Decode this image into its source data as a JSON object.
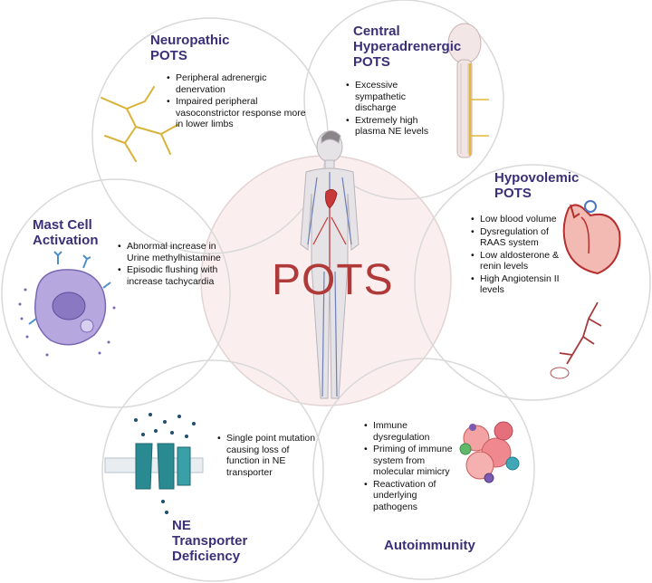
{
  "center": {
    "label": "POTS"
  },
  "neuropathic": {
    "title": [
      "Neuropathic",
      "POTS"
    ],
    "bullets": [
      "Peripheral adrenergic denervation",
      "Impaired peripheral vasoconstrictor response more in lower limbs"
    ]
  },
  "hyperadrenergic": {
    "title": [
      "Central",
      "Hyperadrenergic",
      "POTS"
    ],
    "bullets": [
      "Excessive sympathetic discharge",
      "Extremely high plasma NE levels"
    ]
  },
  "hypovolemic": {
    "title": [
      "Hypovolemic",
      "POTS"
    ],
    "bullets": [
      "Low blood volume",
      "Dysregulation of RAAS system",
      "Low aldosterone & renin levels",
      "High Angiotensin II levels"
    ]
  },
  "mast_cell": {
    "title": [
      "Mast Cell",
      "Activation"
    ],
    "bullets": [
      "Abnormal increase in Urine methylhistamine",
      "Episodic flushing with increase tachycardia"
    ]
  },
  "ne_transporter": {
    "title": [
      "NE",
      "Transporter",
      "Deficiency"
    ],
    "bullets": [
      "Single point mutation causing loss of function in NE transporter"
    ]
  },
  "autoimmunity": {
    "title": [
      "Autoimmunity"
    ],
    "bullets": [
      "Immune dysregulation",
      "Priming of immune system from molecular mimicry",
      "Reactivation of underlying pathogens"
    ]
  },
  "colors": {
    "title": "#3b2f78",
    "center_text": "#b03a3a",
    "circle_stroke": "#d9d9d9",
    "center_fill": "#fbeeee"
  }
}
